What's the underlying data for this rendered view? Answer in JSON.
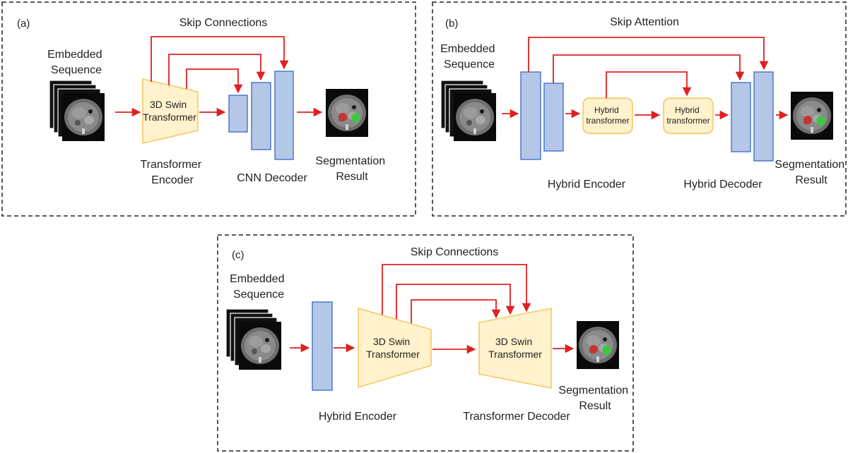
{
  "panels": {
    "a": {
      "tag": "(a)",
      "skip_label": "Skip Connections",
      "input_label": [
        "Embedded",
        "Sequence"
      ],
      "encoder_block": [
        "3D Swin",
        "Transformer"
      ],
      "encoder_label": [
        "Transformer",
        "Encoder"
      ],
      "decoder_label": "CNN Decoder",
      "result_label": [
        "Segmentation",
        "Result"
      ]
    },
    "b": {
      "tag": "(b)",
      "skip_label": "Skip Attention",
      "input_label": [
        "Embedded",
        "Sequence"
      ],
      "hybrid_block_1": [
        "Hybrid",
        "transformer"
      ],
      "hybrid_block_2": [
        "Hybrid",
        "transformer"
      ],
      "encoder_label": "Hybrid Encoder",
      "decoder_label": "Hybrid Decoder",
      "result_label": [
        "Segmentation",
        "Result"
      ]
    },
    "c": {
      "tag": "(c)",
      "skip_label": "Skip Connections",
      "input_label": [
        "Embedded",
        "Sequence"
      ],
      "encoder_block": [
        "3D Swin",
        "Transformer"
      ],
      "decoder_block": [
        "3D Swin",
        "Transformer"
      ],
      "encoder_label": "Hybrid Encoder",
      "decoder_label": "Transformer Decoder",
      "result_label": [
        "Segmentation",
        "Result"
      ]
    }
  },
  "colors": {
    "arrow": "#e02020",
    "cnn_block": "#b4c7e7",
    "transformer_block": "#fff2cc",
    "segmentation_red": "#c83232",
    "segmentation_green": "#3cc83c"
  }
}
